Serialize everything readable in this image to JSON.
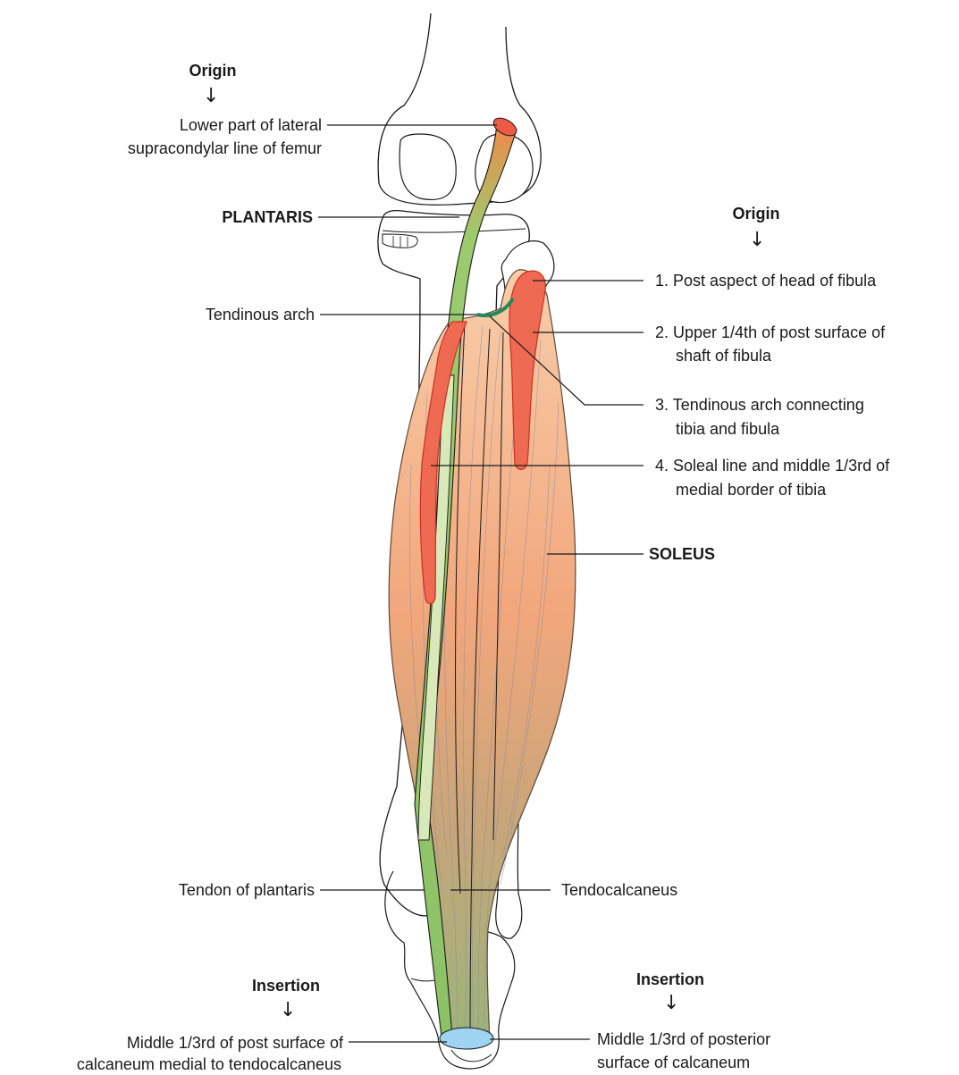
{
  "left_labels": {
    "origin_heading": "Origin",
    "plantaris_origin_line1": "Lower part of lateral",
    "plantaris_origin_line2": "supracondylar line of femur",
    "plantaris": "PLANTARIS",
    "tendinous_arch": "Tendinous arch",
    "tendon_of_plantaris": "Tendon of plantaris",
    "insertion_heading": "Insertion",
    "plantaris_insertion_line1": "Middle 1/3rd of post surface of",
    "plantaris_insertion_line2": "calcaneum medial to tendocalcaneus"
  },
  "right_labels": {
    "origin_heading": "Origin",
    "origin_1": "1. Post aspect of head of fibula",
    "origin_2_line1": "2. Upper 1/4th of post surface of",
    "origin_2_line2": "shaft of fibula",
    "origin_3_line1": "3. Tendinous arch connecting",
    "origin_3_line2": "tibia and fibula",
    "origin_4_line1": "4. Soleal line and middle 1/3rd of",
    "origin_4_line2": "medial border of tibia",
    "soleus": "SOLEUS",
    "tendocalcaneus": "Tendocalcaneus",
    "insertion_heading": "Insertion",
    "soleus_insertion_line1": "Middle 1/3rd of posterior",
    "soleus_insertion_line2": "surface of calcaneum"
  },
  "arrow_glyph": "↓",
  "colors": {
    "soleus_top": "#f7c4a0",
    "soleus_mid": "#f2a97f",
    "soleus_bottom": "#a8b27a",
    "plantaris": "#8fc46b",
    "origin_red": "#ee5a46",
    "arch_green": "#1f8a5a",
    "insertion_blue": "#9ed3f2"
  }
}
